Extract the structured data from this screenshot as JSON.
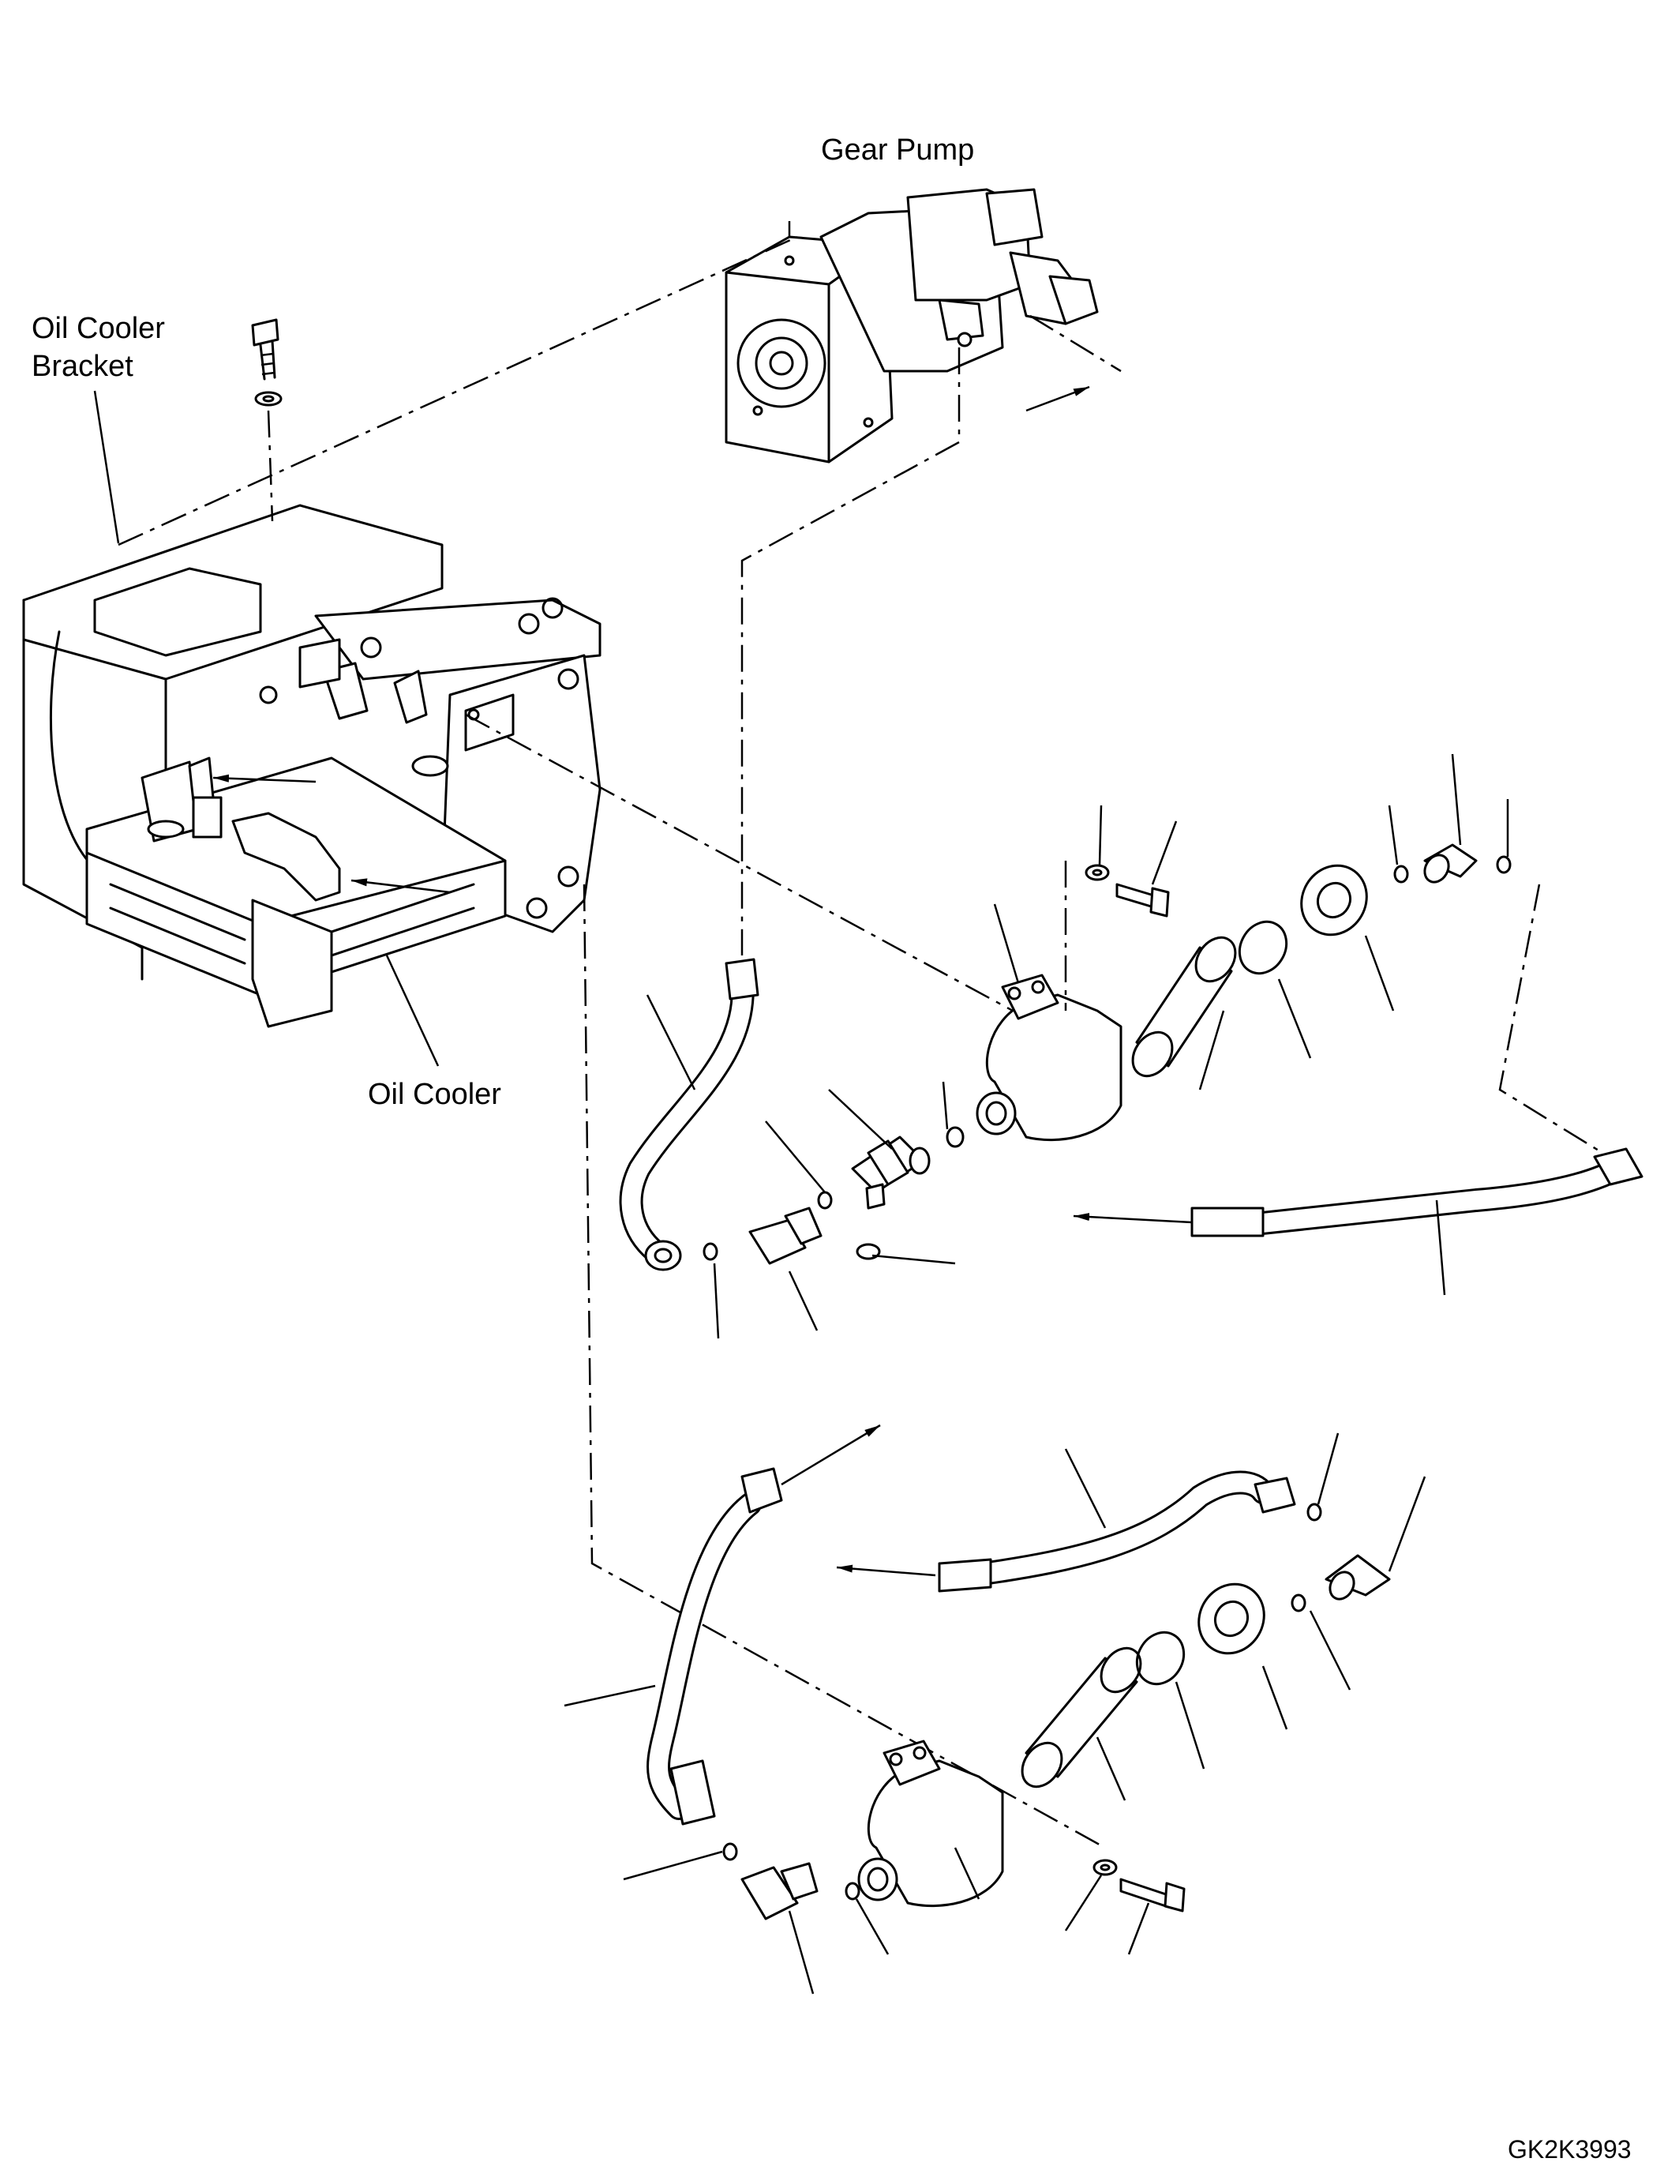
{
  "labels": {
    "gear_pump": "Gear Pump",
    "oil_cooler_bracket": "Oil Cooler\nBracket",
    "oil_cooler": "Oil Cooler",
    "figure_id": "GK2K3993"
  }
}
